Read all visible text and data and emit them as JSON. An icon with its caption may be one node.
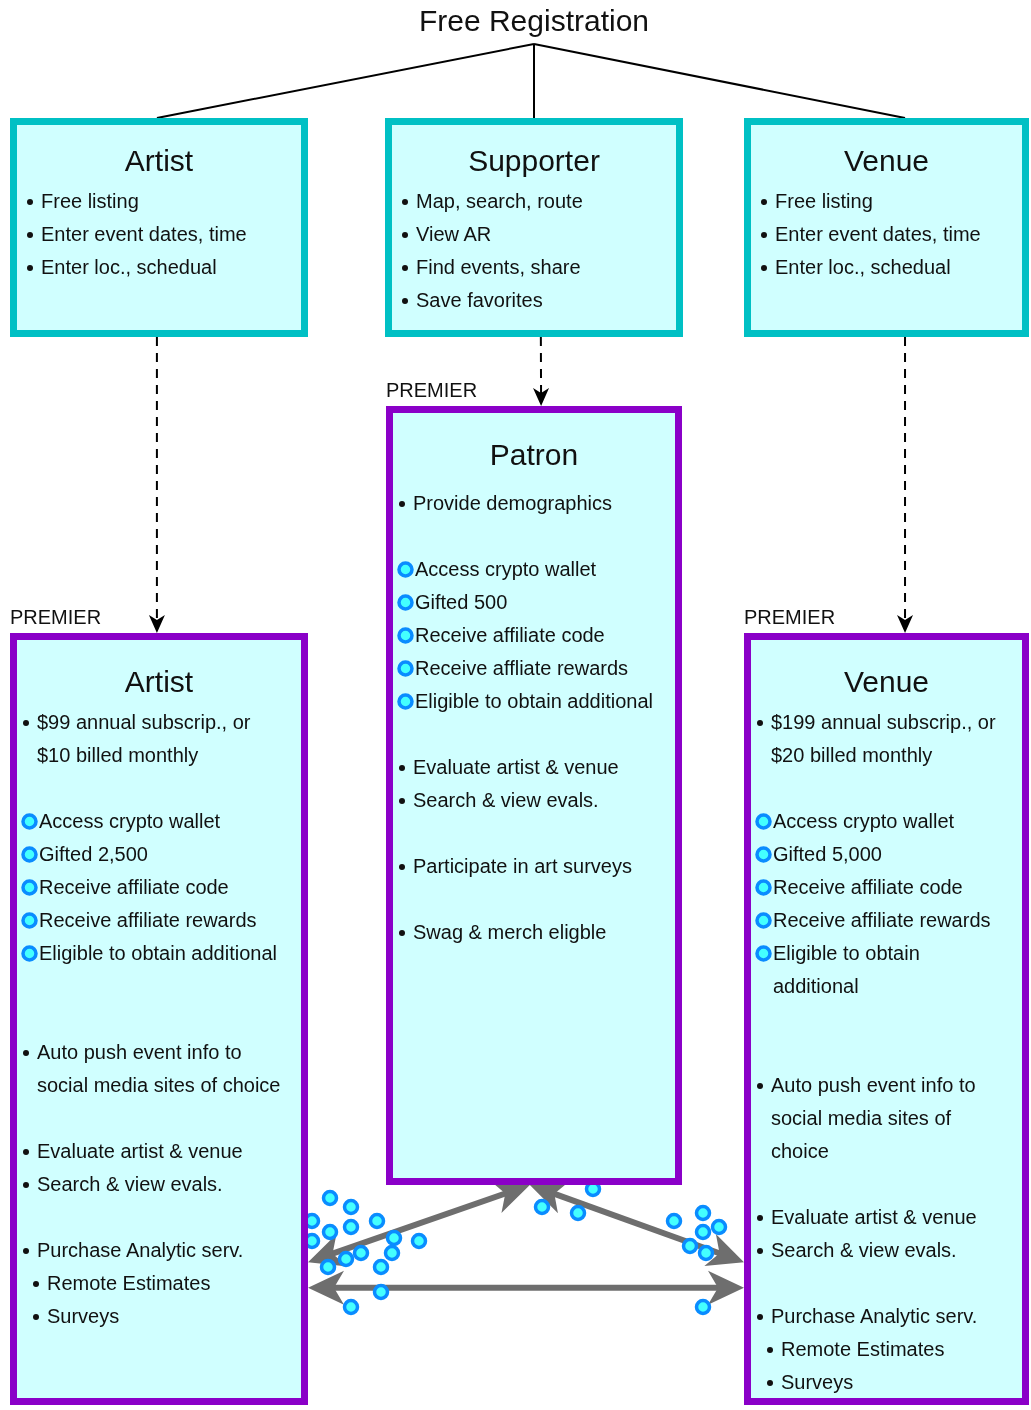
{
  "diagram": {
    "nodes": [
      {
        "text": [
          "Free Registration"
        ]
      },
      {
        "text": [
          "Artist",
          "Free listing",
          "Enter event dates, time",
          "Enter loc., schedual"
        ]
      },
      {
        "text": [
          "Supporter",
          "Map, search, route",
          "View AR",
          "Find events, share",
          "Save favorites"
        ]
      },
      {
        "text": [
          "Venue",
          "Free listing",
          "Enter event dates, time",
          "Enter loc., schedual"
        ]
      },
      {
        "text": [
          "PREMIER",
          "Patron",
          "Provide demographics",
          "Access crypto wallet",
          "Gifted 500",
          "Receive affiliate code",
          "Receive affliate rewards",
          "Eligible to obtain additional",
          "Evaluate artist & venue",
          "Search & view evals.",
          "Participate in art surveys",
          "Swag & merch eligble"
        ]
      },
      {
        "text": [
          "PREMIER",
          "Artist",
          "$99 annual subscrip., or $10 billed monthly",
          "Access crypto wallet",
          "Gifted 2,500",
          "Receive affiliate code",
          "Receive affiliate rewards",
          "Eligible to obtain additional",
          "Auto push event info to social media sites of choice",
          "Evaluate artist & venue",
          "Search & view evals.",
          "Purchase Analytic serv.",
          "Remote Estimates",
          "Surveys"
        ]
      },
      {
        "text": [
          "PREMIER",
          "Venue",
          "$199 annual subscrip., or $20 billed monthly",
          "Access crypto wallet",
          "Gifted 5,000",
          "Receive affiliate code",
          "Receive affiliate rewards",
          "Eligible to obtain additional",
          "Auto push event info to social media sites of choice",
          "Evaluate artist & venue",
          "Search & view evals.",
          "Purchase Analytic serv.",
          "Remote Estimates",
          "Surveys"
        ]
      }
    ],
    "edges": [
      {
        "from": 0,
        "to": 1,
        "arrow": "none"
      },
      {
        "from": 0,
        "to": 2,
        "arrow": "none"
      },
      {
        "from": 0,
        "to": 3,
        "arrow": "none"
      },
      {
        "from": 1,
        "to": 5,
        "arrow": "to",
        "style": "dashed"
      },
      {
        "from": 2,
        "to": 4,
        "arrow": "to",
        "style": "dashed"
      },
      {
        "from": 3,
        "to": 6,
        "arrow": "to",
        "style": "dashed"
      },
      {
        "from": 5,
        "to": 4,
        "arrow": "both",
        "style": "thick",
        "color": "#6e6e6e"
      },
      {
        "from": 4,
        "to": 6,
        "arrow": "both",
        "style": "thick",
        "color": "#6e6e6e"
      },
      {
        "from": 5,
        "to": 6,
        "arrow": "both",
        "style": "thick",
        "color": "#6e6e6e"
      }
    ]
  }
}
